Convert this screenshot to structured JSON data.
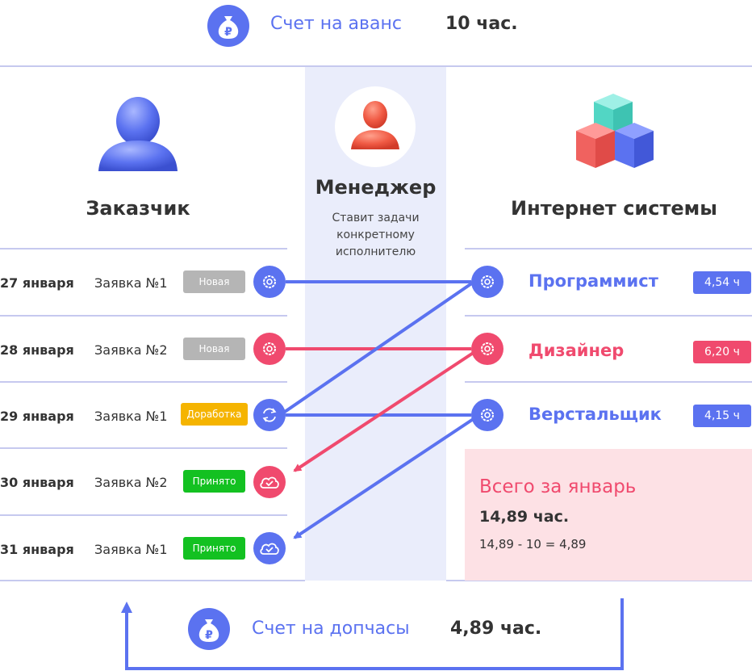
{
  "header": {
    "label": "Счет на аванс",
    "value": "10 час.",
    "icon": "money-bag-icon"
  },
  "columns": {
    "customer": {
      "title": "Заказчик",
      "icon": "user-icon"
    },
    "manager": {
      "title": "Менеджер",
      "description": [
        "Ставит задачи",
        "конкретному",
        "исполнителю"
      ],
      "icon": "user-icon"
    },
    "systems": {
      "title": "Интернет системы",
      "icon": "cubes-icon"
    }
  },
  "requests": [
    {
      "date": "27 января",
      "request": "Заявка №1",
      "status": "Новая",
      "status_color": "#b5b5b5",
      "node_color": "#5b72f0",
      "node_icon": "gear-icon"
    },
    {
      "date": "28 января",
      "request": "Заявка №2",
      "status": "Новая",
      "status_color": "#b5b5b5",
      "node_color": "#f04a6e",
      "node_icon": "gear-icon"
    },
    {
      "date": "29 января",
      "request": "Заявка №1",
      "status": "Доработка",
      "status_color": "#f5b400",
      "node_color": "#5b72f0",
      "node_icon": "refresh-icon"
    },
    {
      "date": "30 января",
      "request": "Заявка №2",
      "status": "Принято",
      "status_color": "#13c121",
      "node_color": "#f04a6e",
      "node_icon": "cloud-check-icon"
    },
    {
      "date": "31 января",
      "request": "Заявка №1",
      "status": "Принято",
      "status_color": "#13c121",
      "node_color": "#5b72f0",
      "node_icon": "cloud-check-icon"
    }
  ],
  "workers": [
    {
      "name": "Программист",
      "hours": "4,54 ч",
      "color": "#5b72f0",
      "node_icon": "gear-icon"
    },
    {
      "name": "Дизайнер",
      "hours": "6,20 ч",
      "color": "#f04a6e",
      "node_icon": "gear-icon"
    },
    {
      "name": "Верстальщик",
      "hours": "4,15 ч",
      "color": "#5b72f0",
      "node_icon": "gear-icon"
    }
  ],
  "total": {
    "title": "Всего за январь",
    "hours": "14,89 час.",
    "formula": "14,89 - 10 = 4,89"
  },
  "footer": {
    "label": "Счет на допчасы",
    "value": "4,89 час.",
    "icon": "money-bag-icon"
  },
  "colors": {
    "blue": "#5b72f0",
    "red": "#f04a6e",
    "line": "#c6c9ef",
    "manager_bg": "#eaedfb",
    "total_bg": "#fde1e5"
  }
}
